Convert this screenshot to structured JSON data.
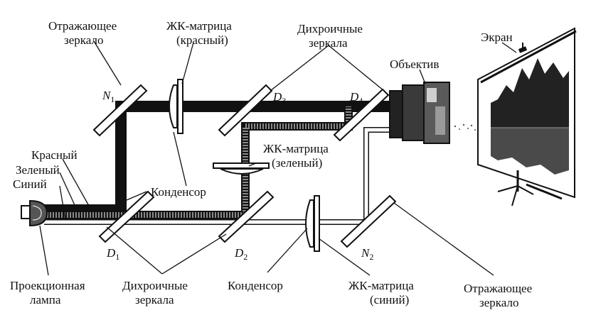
{
  "labels": {
    "reflecting_mirror_top_1": "Отражающее",
    "reflecting_mirror_top_2": "зеркало",
    "lcd_red_1": "ЖК-матрица",
    "lcd_red_2": "(красный)",
    "dichroic_top_1": "Дихроичные",
    "dichroic_top_2": "зеркала",
    "lens": "Объектив",
    "screen": "Экран",
    "lcd_green_1": "ЖК-матрица",
    "lcd_green_2": "(зеленый)",
    "red": "Красный",
    "green": "Зеленый",
    "blue": "Синий",
    "condenser_mid": "Конденсор",
    "lamp_1": "Проекционная",
    "lamp_2": "лампа",
    "dichroic_bottom_1": "Дихроичные",
    "dichroic_bottom_2": "зеркала",
    "condenser_bottom": "Конденсор",
    "lcd_blue_1": "ЖК-матрица",
    "lcd_blue_2": "(синий)",
    "reflecting_mirror_bottom_1": "Отражающее",
    "reflecting_mirror_bottom_2": "зеркало"
  },
  "markers": {
    "n1": "N",
    "n1_sub": "1",
    "d3": "D",
    "d3_sub": "3",
    "d4": "D",
    "d4_sub": "4",
    "d1": "D",
    "d1_sub": "1",
    "d2": "D",
    "d2_sub": "2",
    "n2": "N",
    "n2_sub": "2"
  }
}
